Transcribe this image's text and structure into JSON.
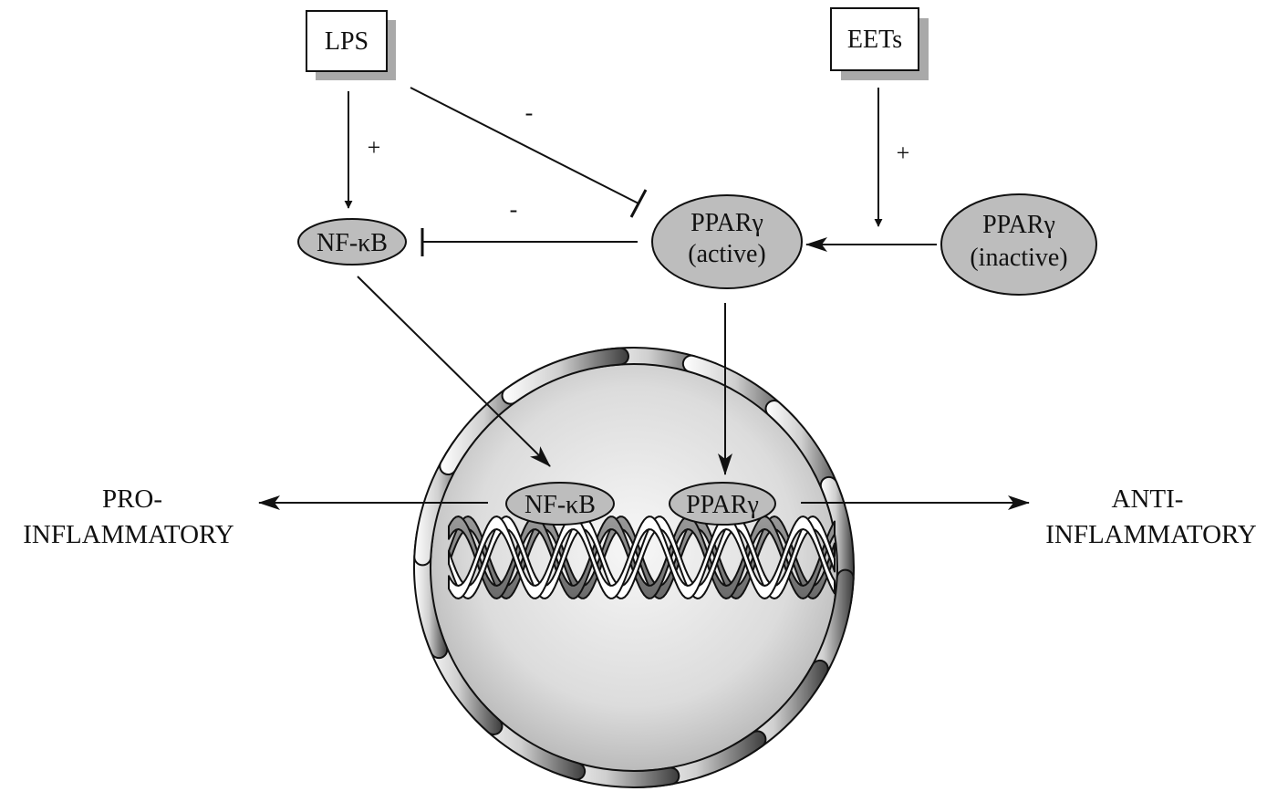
{
  "nodes": {
    "lps": "LPS",
    "eets": "EETs",
    "nfkb": "NF-κB",
    "ppar_active_line1": "PPARγ",
    "ppar_active_line2": "(active)",
    "ppar_inactive_line1": "PPARγ",
    "ppar_inactive_line2": "(inactive)",
    "nfkb_nuclear": "NF-κB",
    "ppar_nuclear": "PPARγ"
  },
  "signs": {
    "lps_to_nfkb": "+",
    "lps_inhibits_ppar": "-",
    "ppar_inhibits_nfkb": "-",
    "eets_to_ppar": "+"
  },
  "outcomes": {
    "pro_line1": "PRO-",
    "pro_line2": "INFLAMMATORY",
    "anti_line1": "ANTI-",
    "anti_line2": "INFLAMMATORY"
  },
  "colors": {
    "node_fill": "#bdbdbd",
    "nucleus_fill": "#d9d9d9",
    "line": "#111111"
  }
}
